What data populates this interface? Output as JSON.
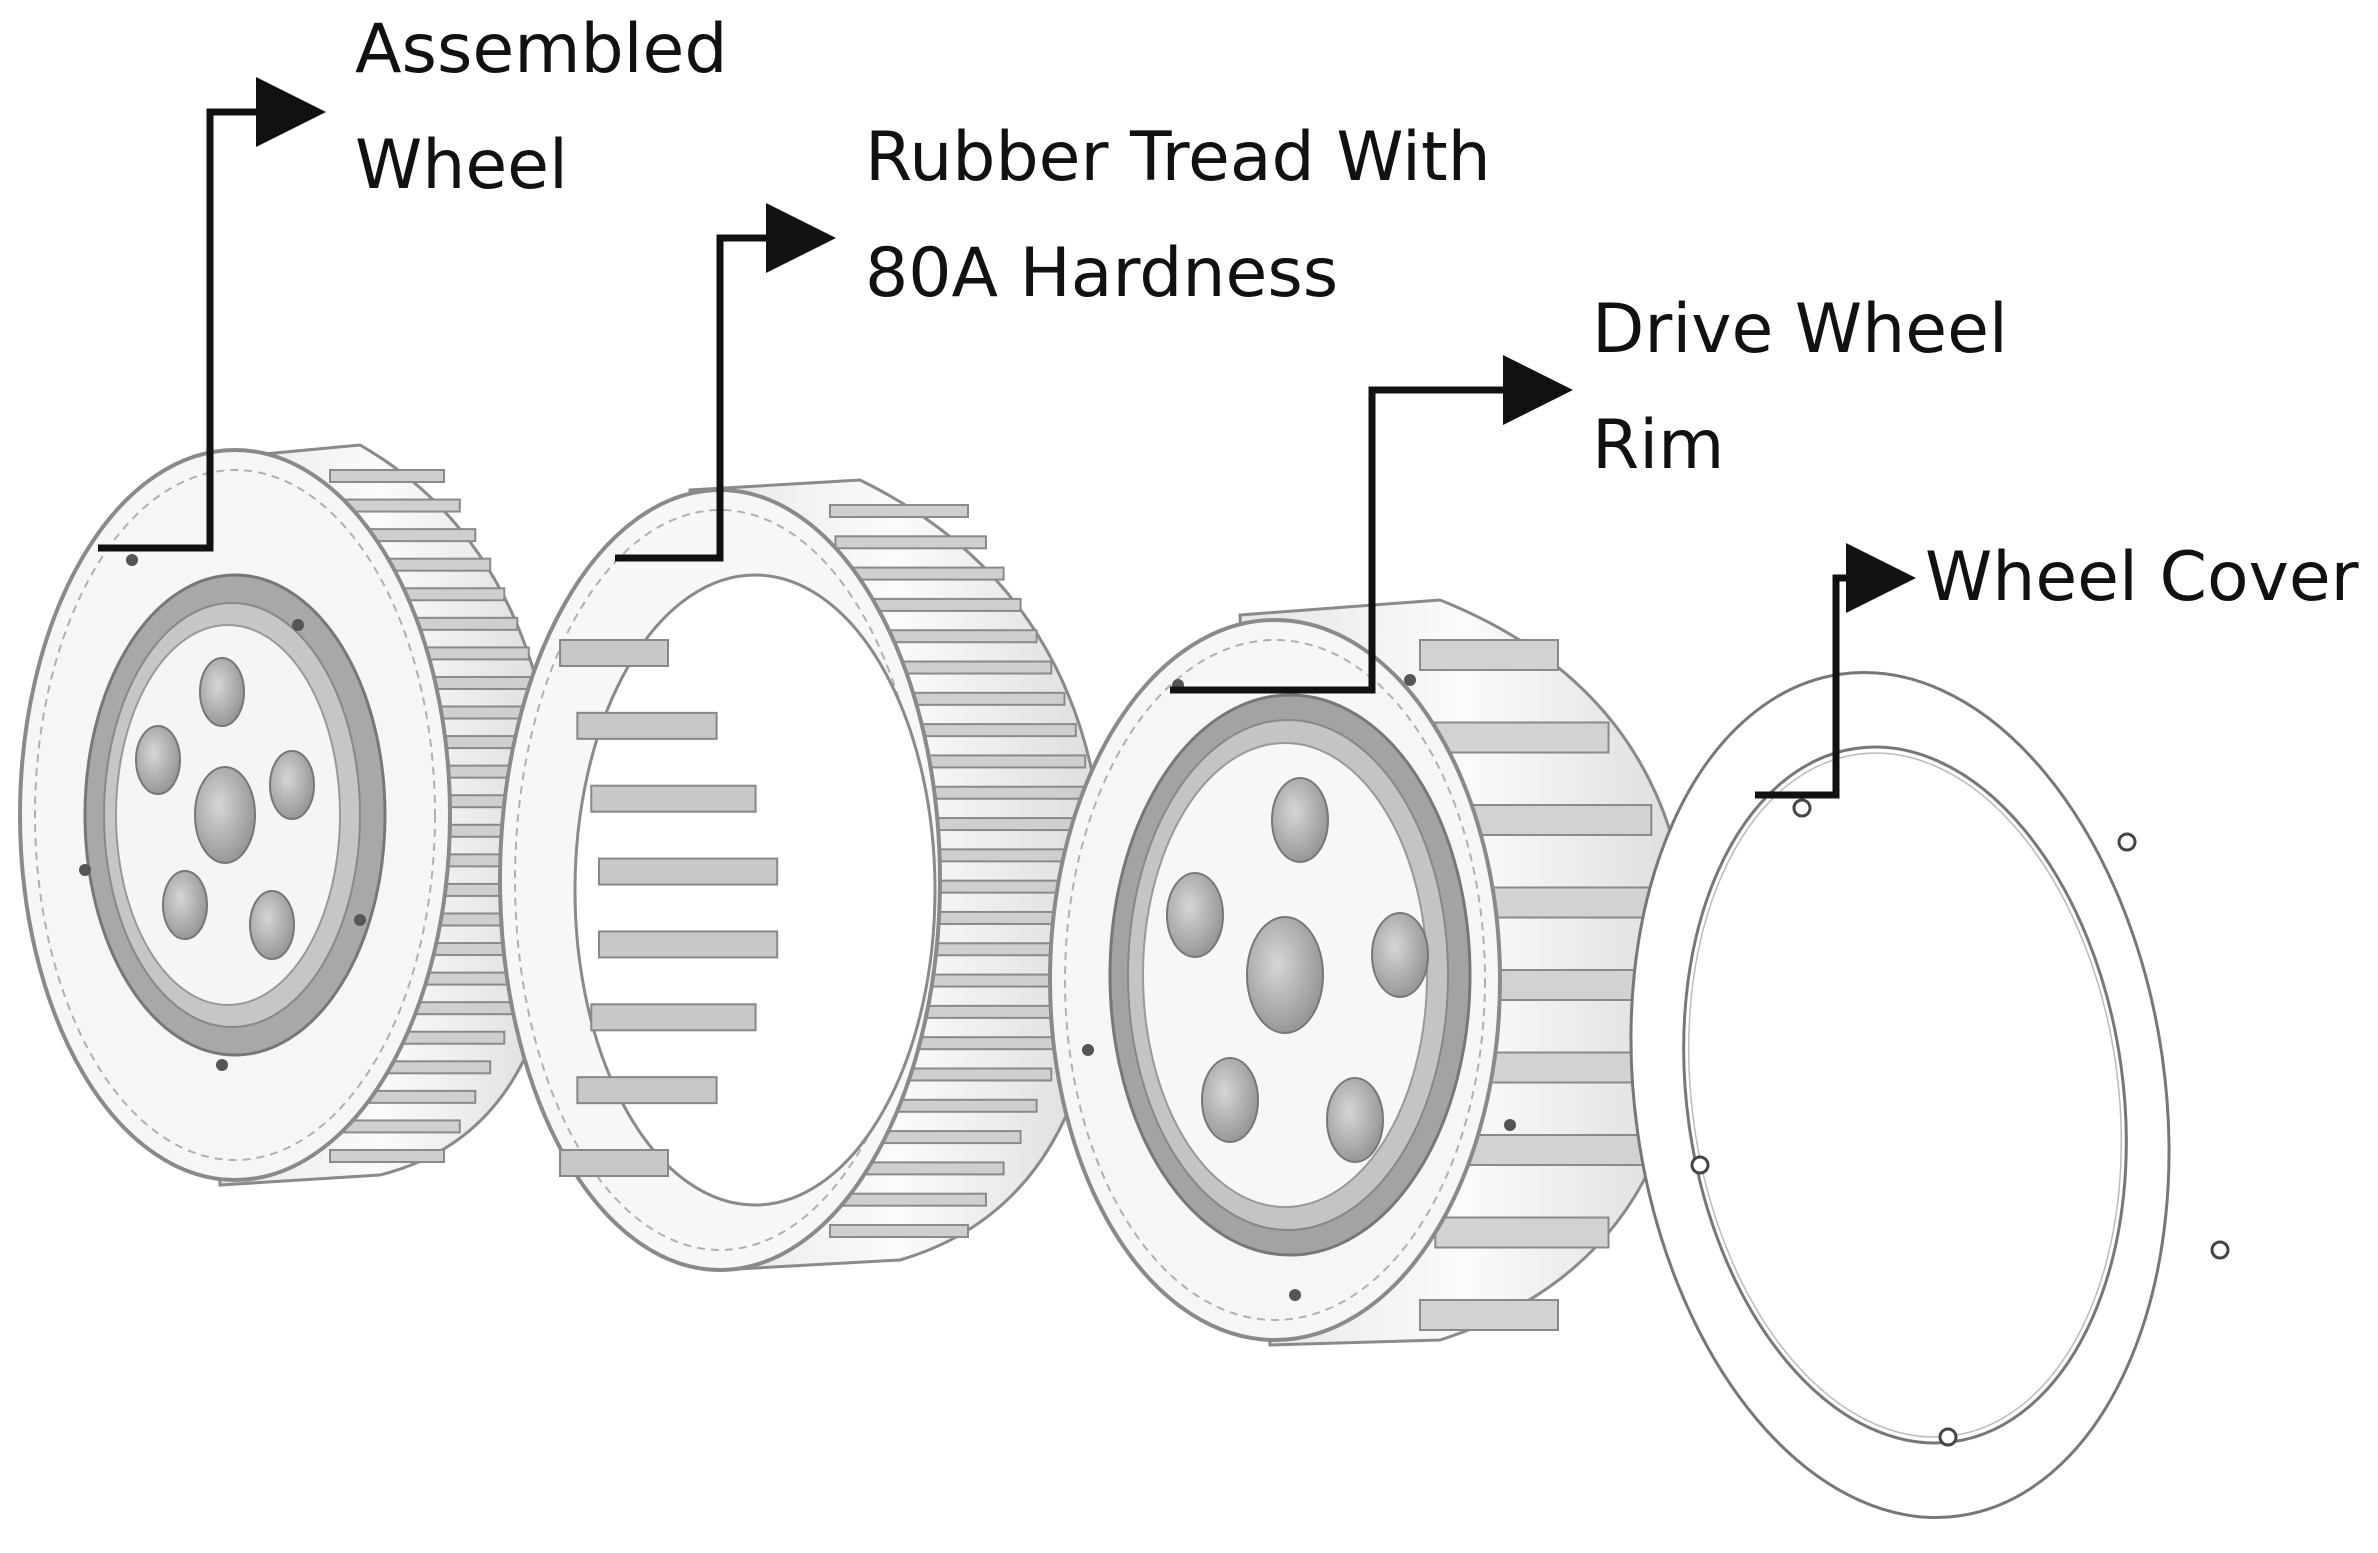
{
  "labels": {
    "assembled_wheel": {
      "line1": "Assembled",
      "line2": "Wheel"
    },
    "rubber_tread": {
      "line1": "Rubber Tread With",
      "line2": "80A Hardness"
    },
    "drive_wheel_rim": {
      "line1": "Drive Wheel",
      "line2": "Rim"
    },
    "wheel_cover": {
      "line1": "Wheel Cover"
    }
  },
  "colors": {
    "line": "#111111",
    "part_fill": "#f4f4f4",
    "part_stroke": "#8a8a8a",
    "shade": "#b9b9b9",
    "hub_dark": "#9a9a9a"
  }
}
